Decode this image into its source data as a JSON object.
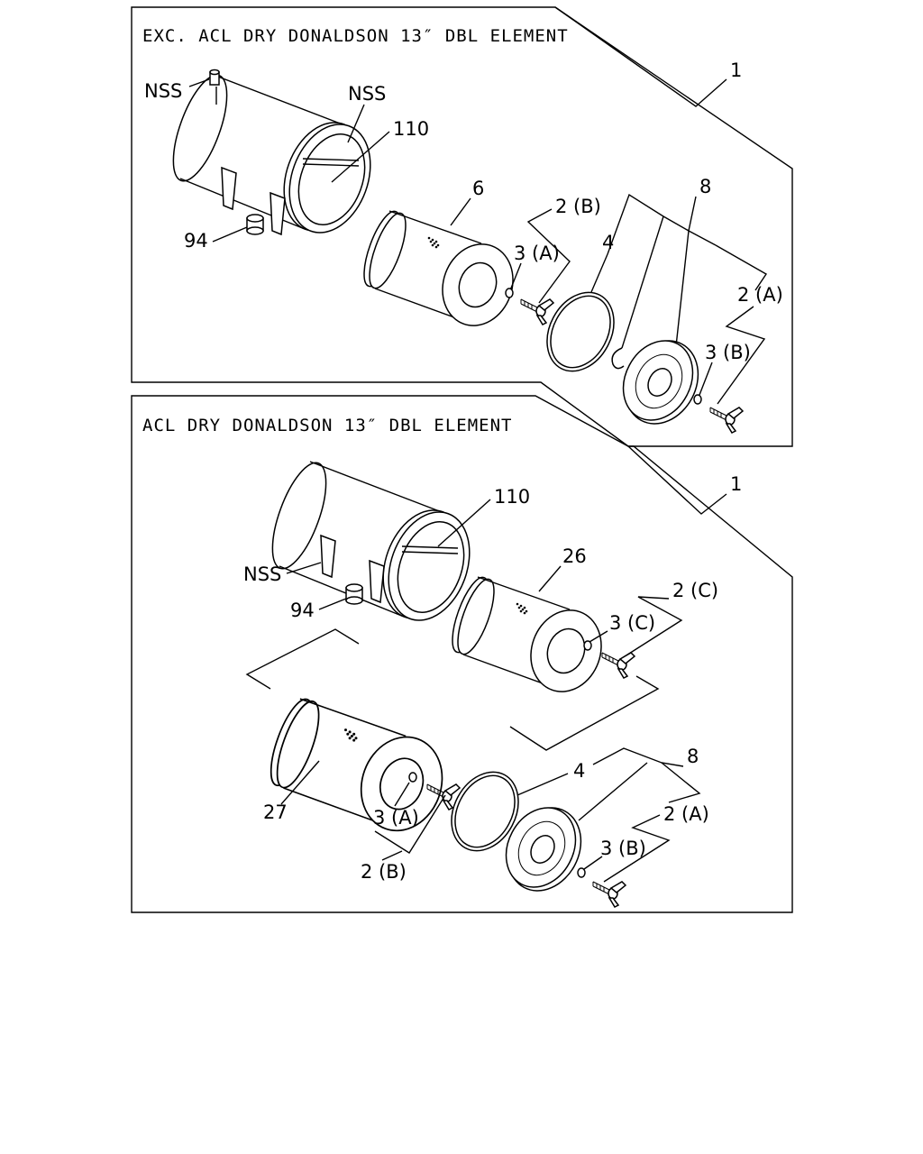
{
  "panels": [
    {
      "title": "EXC. ACL DRY DONALDSON 13″ DBL ELEMENT",
      "labels": {
        "assembly": "1",
        "nss_cap": "NSS",
        "nss_band": "NSS",
        "housing": "110",
        "inner_element": "6",
        "bolt_group_b": "2 (B)",
        "washer_a": "3 (A)",
        "seal_ring": "4",
        "cover_group": "8",
        "bolt_group_a": "2 (A)",
        "washer_b": "3 (B)",
        "adapter": "94"
      }
    },
    {
      "title": "ACL DRY DONALDSON 13″ DBL ELEMENT",
      "labels": {
        "assembly": "1",
        "housing": "110",
        "nss_bracket": "NSS",
        "adapter": "94",
        "inner_element": "26",
        "bolt_group_c": "2 (C)",
        "washer_c": "3 (C)",
        "outer_element": "27",
        "washer_a": "3 (A)",
        "bolt_group_b": "2 (B)",
        "seal_ring": "4",
        "cover_group": "8",
        "bolt_group_a": "2 (A)",
        "washer_b": "3 (B)"
      }
    }
  ]
}
